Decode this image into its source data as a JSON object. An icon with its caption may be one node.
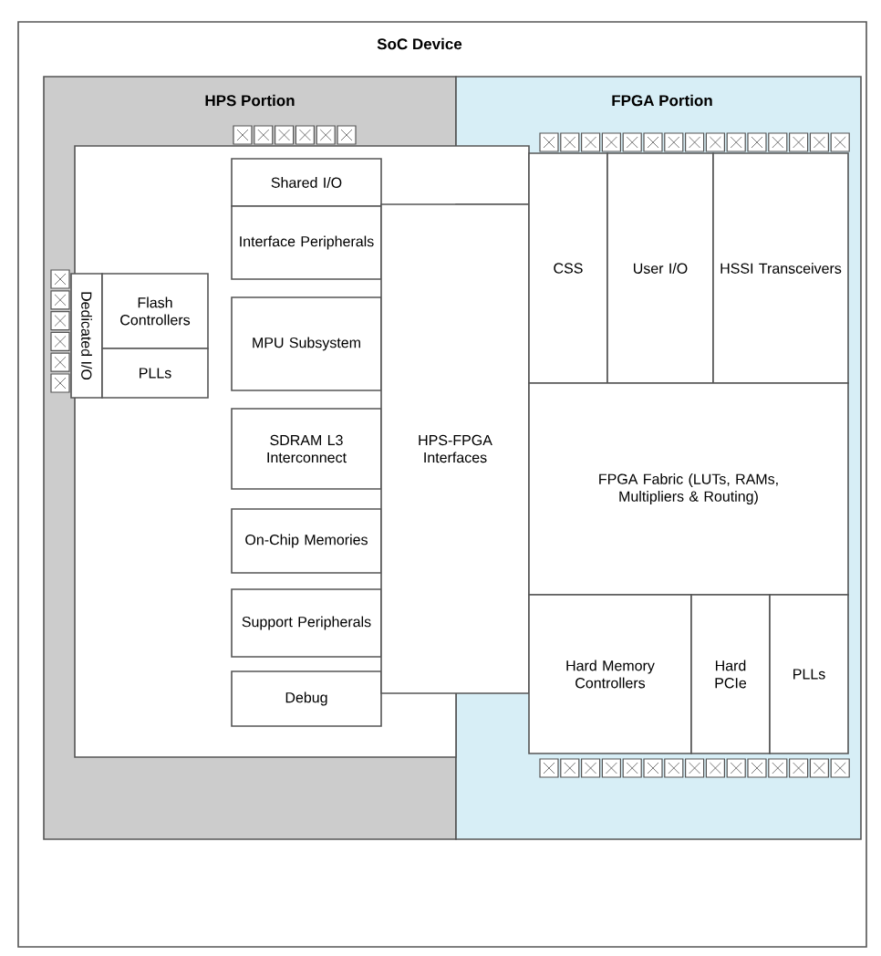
{
  "diagram": {
    "nodes": [
      {
        "text": [
          "SoC Device"
        ]
      },
      {
        "text": [
          "HPS Portion"
        ],
        "in": 0
      },
      {
        "text": [
          "FPGA Portion"
        ],
        "in": 0
      },
      {
        "text": [
          "Dedicated I/O"
        ],
        "in": 1
      },
      {
        "text": [
          "Flash Controllers"
        ],
        "in": 1
      },
      {
        "text": [
          "PLLs"
        ],
        "in": 1
      },
      {
        "text": [
          "Shared I/O"
        ],
        "in": 1
      },
      {
        "text": [
          "Interface Peripherals"
        ],
        "in": 1
      },
      {
        "text": [
          "MPU Subsystem"
        ],
        "in": 1
      },
      {
        "text": [
          "SDRAM L3 Interconnect"
        ],
        "in": 1
      },
      {
        "text": [
          "On-Chip Memories"
        ],
        "in": 1
      },
      {
        "text": [
          "Support Peripherals"
        ],
        "in": 1
      },
      {
        "text": [
          "Debug"
        ],
        "in": 1
      },
      {
        "text": [
          "HPS-FPGA Interfaces"
        ],
        "in": 0
      },
      {
        "text": [
          "CSS"
        ],
        "in": 2
      },
      {
        "text": [
          "User I/O"
        ],
        "in": 2
      },
      {
        "text": [
          "HSSI Transceivers"
        ],
        "in": 2
      },
      {
        "text": [
          "FPGA Fabric (LUTs, RAMs, Multipliers & Routing)"
        ],
        "in": 2
      },
      {
        "text": [
          "Hard Memory Controllers"
        ],
        "in": 2
      },
      {
        "text": [
          "Hard PCIe"
        ],
        "in": 2
      },
      {
        "text": [
          "PLLs"
        ],
        "in": 2
      }
    ]
  }
}
